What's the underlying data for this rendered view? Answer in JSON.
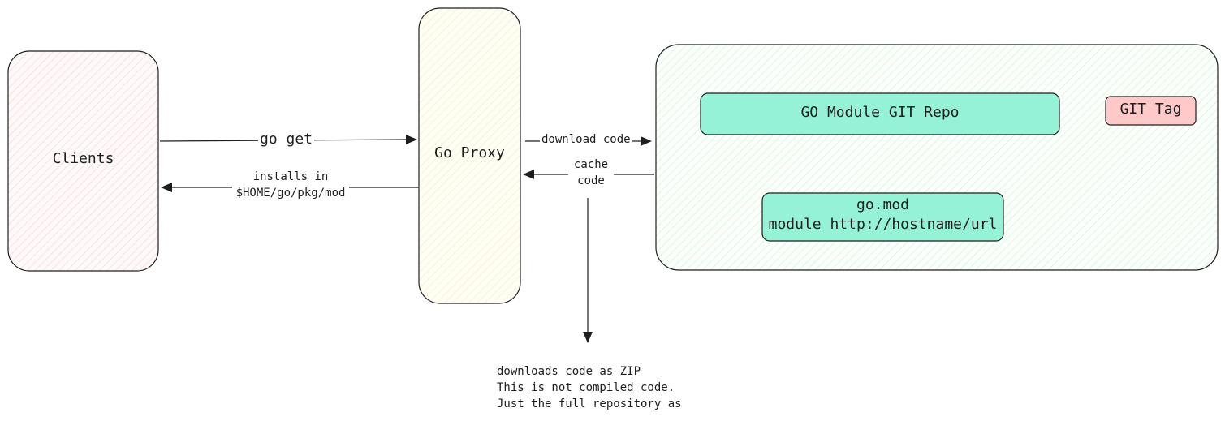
{
  "nodes": {
    "clients": "Clients",
    "go_proxy": "Go Proxy",
    "module_repo": "GO Module GIT Repo",
    "git_tag": "GIT Tag",
    "go_mod": {
      "line1": "go.mod",
      "line2": "module http://hostname/url"
    }
  },
  "edges": {
    "go_get": "go get",
    "installs": {
      "line1": "installs in",
      "line2": "$HOME/go/pkg/mod"
    },
    "download_code": "download code",
    "cache_code": {
      "line1": "cache",
      "line2": "code"
    }
  },
  "note": {
    "line1": "downloads code as ZIP",
    "line2": "This is not compiled code.",
    "line3": "Just the full repository as"
  },
  "colors": {
    "stroke": "#1e1e1e",
    "clients_fill": "#ffc9c9",
    "proxy_fill": "#fff3bf",
    "repo_group_fill": "#b2f2bb",
    "module_fill": "#96f2d7",
    "git_tag_fill": "#ffc9c9"
  }
}
